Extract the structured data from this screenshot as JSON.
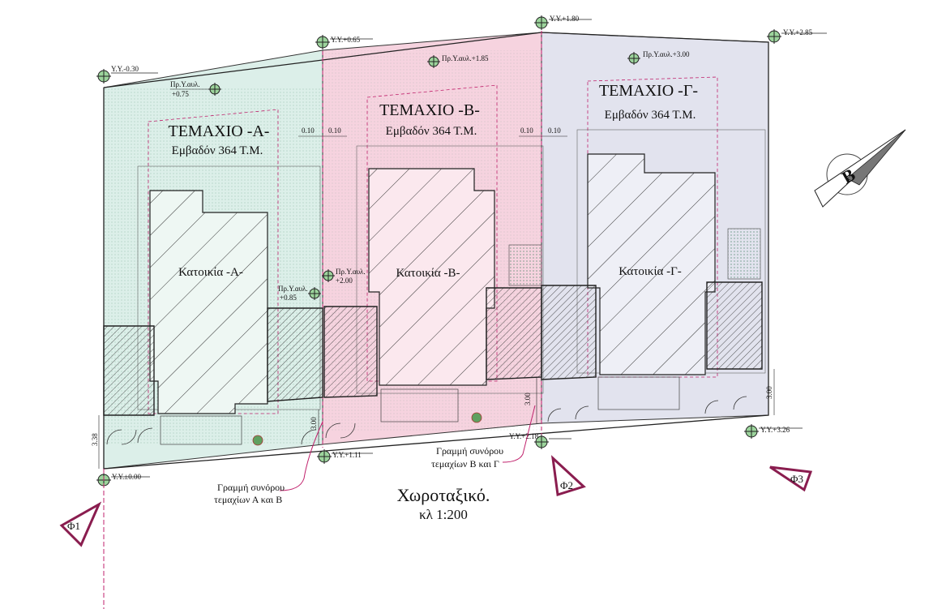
{
  "drawing": {
    "title": "Χωροταξικό.",
    "scale": "κλ  1:200"
  },
  "colors": {
    "plot_a": "#dcefe9",
    "plot_b": "#f6d3df",
    "plot_c": "#e2e3ee",
    "magenta": "#c0216c",
    "line": "#222222",
    "hatch": "#333333"
  },
  "plots": [
    {
      "title": "ΤΕΜΑΧΙΟ -Α-",
      "area": "Εμβαδόν  364 Τ.Μ.",
      "house": "Κατοικία -Α-"
    },
    {
      "title": "ΤΕΜΑΧΙΟ -Β-",
      "area": "Εμβαδόν  364 Τ.Μ.",
      "house": "Κατοικία -Β-"
    },
    {
      "title": "ΤΕΜΑΧΙΟ -Γ-",
      "area": "Εμβαδόν  364 Τ.Μ.",
      "house": "Κατοικία -Γ-"
    }
  ],
  "elevations": {
    "yy_m030": "Υ.Υ.-0.30",
    "yy_065": "Υ.Υ.+0.65",
    "yy_180": "Υ.Υ.+1.80",
    "yy_285": "Υ.Υ.+2.85",
    "yy_000": "Υ.Υ.±0.00",
    "yy_111": "Υ.Υ.+1.11",
    "yy_218": "Υ.Υ.+2.18",
    "yy_326": "Υ.Υ.+3.26"
  },
  "yard_levels": {
    "a_top_l1": "Πρ.Υ.αυλ.",
    "a_top_l2": "+0.75",
    "b_top": "Πρ.Υ.αυλ.+1.85",
    "c_top": "Πρ.Υ.αυλ.+3.00",
    "a_mid_l1": "Πρ.Υ.αυλ.",
    "a_mid_l2": "+0.85",
    "b_mid_l1": "Πρ.Υ.αυλ.",
    "b_mid_l2": "+2.00"
  },
  "dims": {
    "gap_010": "0.10",
    "d_300": "3.00",
    "d_338": "3.38"
  },
  "notes": {
    "boundary_ab_l1": "Γραμμή συνόρου",
    "boundary_ab_l2": "τεμαχίων Α και Β",
    "boundary_bc_l1": "Γραμμή συνόρου",
    "boundary_bc_l2": "τεμαχίων Β και Γ"
  },
  "views": {
    "f1": "Φ1",
    "f2": "Φ2",
    "f3": "Φ3"
  },
  "north_arrow": "Β"
}
